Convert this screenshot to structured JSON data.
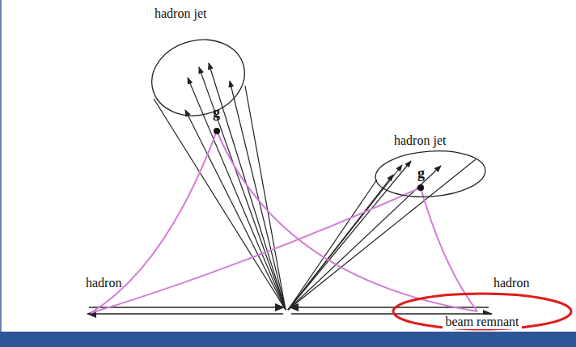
{
  "diagram": {
    "nodes": [
      {
        "text": [
          "hadron jet",
          "g"
        ]
      },
      {
        "text": [
          "hadron jet",
          "g"
        ]
      },
      {
        "text": [
          "beam remnant"
        ]
      }
    ],
    "labels": [
      "hadron",
      "hadron"
    ]
  }
}
